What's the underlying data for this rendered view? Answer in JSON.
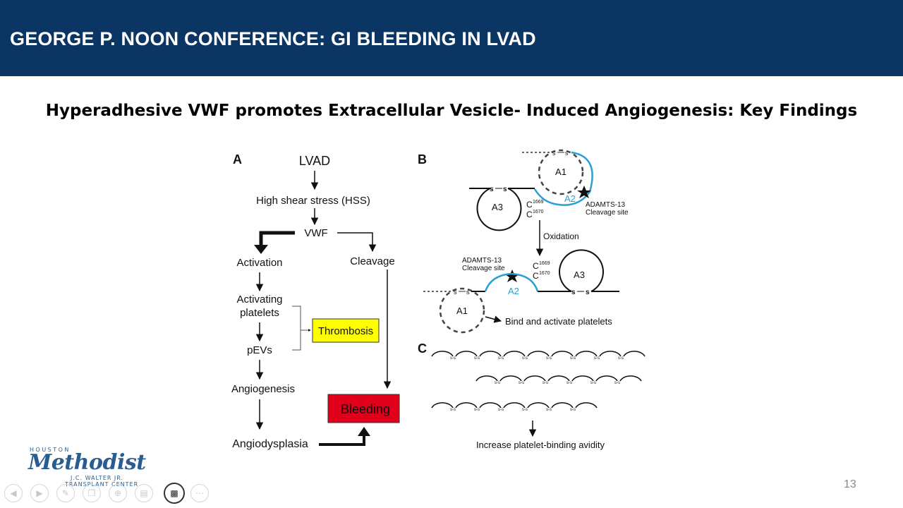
{
  "header": {
    "title": "GEORGE P. NOON CONFERENCE: GI BLEEDING IN LVAD",
    "bg_color": "#0b3563"
  },
  "slide": {
    "title": "Hyperadhesive VWF promotes Extracellular Vesicle- Induced Angiogenesis: Key Findings",
    "page_number": "13"
  },
  "figure": {
    "panel_a": {
      "label": "A",
      "nodes": {
        "lvad": "LVAD",
        "hss": "High shear stress (HSS)",
        "vwf": "VWF",
        "activation": "Activation",
        "cleavage": "Cleavage",
        "activating_1": "Activating",
        "activating_2": "platelets",
        "pevs": "pEVs",
        "angiogenesis": "Angiogenesis",
        "angiodysplasia": "Angiodysplasia",
        "thrombosis": "Thrombosis",
        "bleeding": "Bleeding"
      },
      "colors": {
        "thrombosis": "#ffff00",
        "bleeding": "#e0001b"
      }
    },
    "panel_b": {
      "label": "B",
      "a1": "A1",
      "a2": "A2",
      "a3": "A3",
      "s": "s",
      "c1669": "C",
      "c1669_sup": "1669",
      "c1670": "C",
      "c1670_sup": "1670",
      "adamts_1": "ADAMTS-13",
      "adamts_2": "Cleavage site",
      "oxidation": "Oxidation",
      "bind": "Bind and activate platelets",
      "a2_color": "#2a9fd6"
    },
    "panel_c": {
      "label": "C",
      "ss": "s-s",
      "caption": "Increase platelet-binding avidity"
    }
  },
  "logo": {
    "houston": "HOUSTON",
    "name": "Methodist",
    "sub1": "J.C. WALTER JR.",
    "sub2": "TRANSPLANT CENTER"
  },
  "controls": [
    "prev-icon",
    "play-icon",
    "pen-icon",
    "copy-icon",
    "zoom-icon",
    "subtitles-icon",
    "video-icon",
    "more-icon"
  ]
}
